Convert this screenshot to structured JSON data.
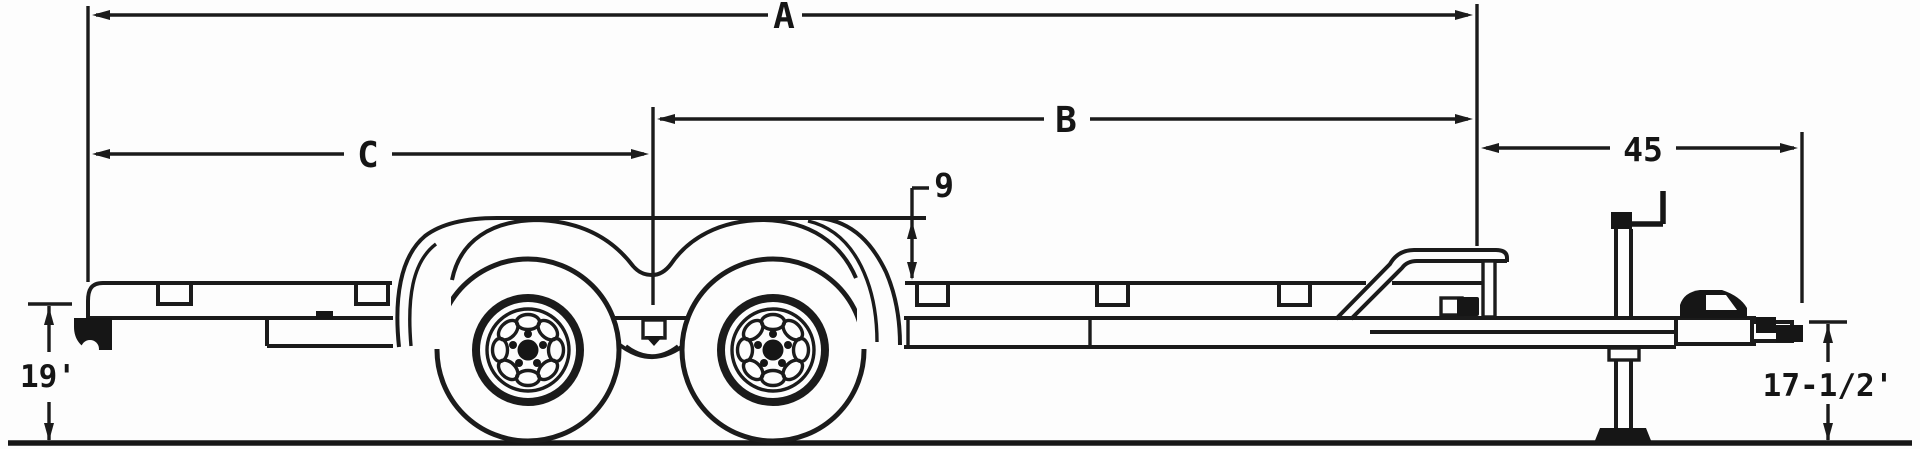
{
  "dimensions": {
    "overall_length": "A",
    "axles_to_front": "B",
    "rear_to_axles": "C",
    "tongue_length": "45",
    "fender_height": "9",
    "rear_deck_height": "19'",
    "coupler_height": "17-1/2'"
  },
  "colors": {
    "line": "#1b1b1b",
    "background": "#fdfdfd"
  }
}
